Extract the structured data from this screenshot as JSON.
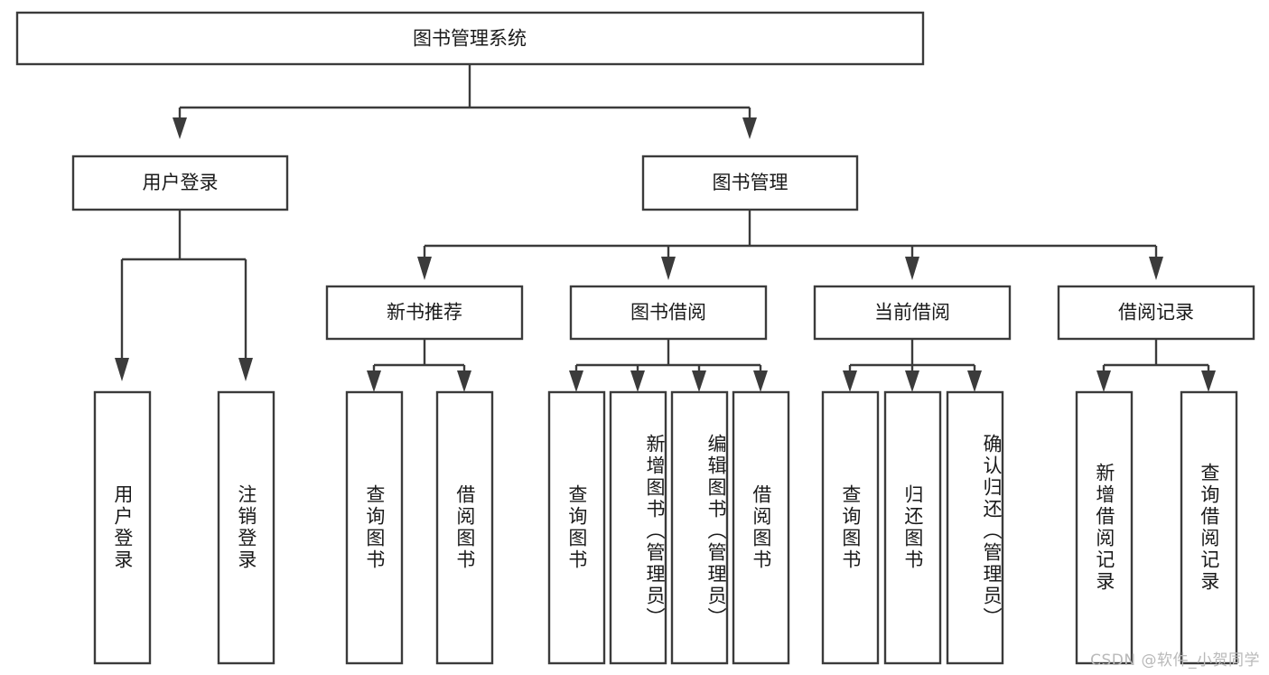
{
  "diagram": {
    "title": "图书管理系统",
    "type": "tree-hierarchy-diagram",
    "colors": {
      "background": "#ffffff",
      "box_fill": "#ffffff",
      "box_stroke": "#3b3b3b",
      "connector": "#3b3b3b",
      "text": "#1a1a1a",
      "watermark": "#b9b9b9"
    },
    "root": {
      "label": "图书管理系统"
    },
    "level2": [
      {
        "label": "用户登录"
      },
      {
        "label": "图书管理"
      }
    ],
    "level3": [
      {
        "label": "新书推荐"
      },
      {
        "label": "图书借阅"
      },
      {
        "label": "当前借阅"
      },
      {
        "label": "借阅记录"
      }
    ],
    "leaves": {
      "user_login": [
        {
          "label": "用户登录"
        },
        {
          "label": "注销登录"
        }
      ],
      "new_book_recommend": [
        {
          "label": "查询图书"
        },
        {
          "label": "借阅图书"
        }
      ],
      "book_borrow": [
        {
          "label": "查询图书"
        },
        {
          "label": "新增图书（管理员）"
        },
        {
          "label": "编辑图书（管理员）"
        },
        {
          "label": "借阅图书"
        }
      ],
      "current_borrow": [
        {
          "label": "查询图书"
        },
        {
          "label": "归还图书"
        },
        {
          "label": "确认归还（管理员）"
        }
      ],
      "borrow_record": [
        {
          "label": "新增借阅记录"
        },
        {
          "label": "查询借阅记录"
        }
      ]
    },
    "watermark": "CSDN @软件_小贺同学"
  }
}
